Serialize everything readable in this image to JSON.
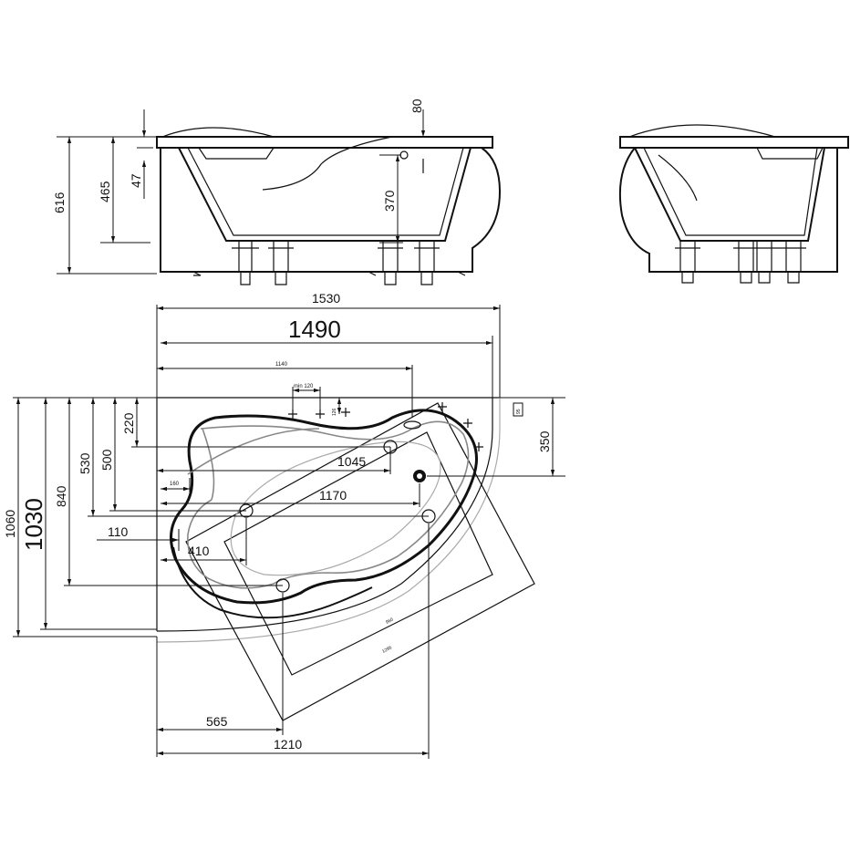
{
  "labels": {
    "d80": "80",
    "d616": "616",
    "d465": "465",
    "d47": "47",
    "d370": "370",
    "d1530": "1530",
    "d1490": "1490",
    "d1140": "1140",
    "dmin120": "min 120",
    "d126": "126",
    "d95": "95",
    "d350": "350",
    "d220": "220",
    "d530": "530",
    "d500": "500",
    "d1045": "1045",
    "d160": "160",
    "d1170": "1170",
    "d840": "840",
    "d1030": "1030",
    "d1060": "1060",
    "d110": "110",
    "d410": "410",
    "d960": "960",
    "d1296": "1296",
    "d565": "565",
    "d1210": "1210"
  }
}
